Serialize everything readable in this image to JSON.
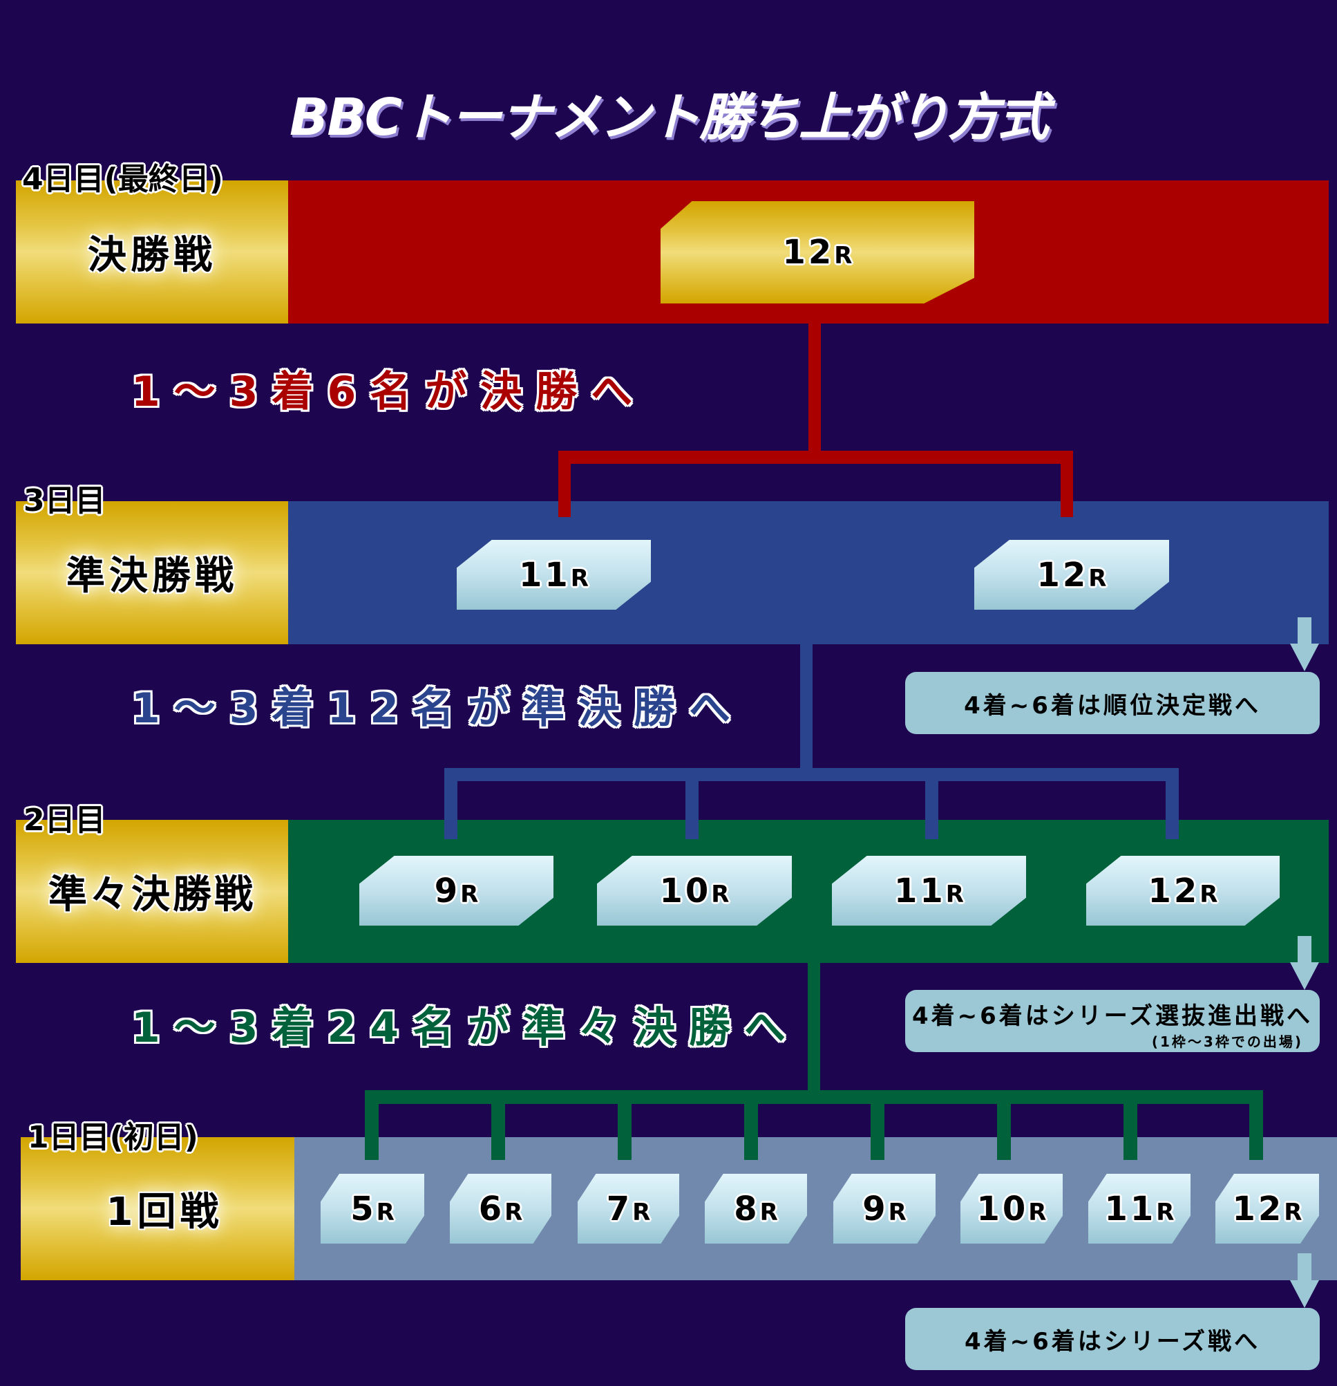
{
  "title": "BBCトーナメント勝ち上がり方式",
  "colors": {
    "background": "#1E0550",
    "final_band": "#AA0000",
    "semifinal_band": "#2B448E",
    "quarterfinal_band": "#00613A",
    "first_round_band": "#7189AD",
    "gold": "#E4C440",
    "race_box": "#C2E1EC",
    "info_box": "#9CC8D6"
  },
  "rounds": [
    {
      "day_label": "4日目(最終日)",
      "stage": "決勝戦",
      "races": [
        {
          "num": "12",
          "suffix": "R"
        }
      ]
    },
    {
      "day_label": "3日目",
      "stage": "準決勝戦",
      "races": [
        {
          "num": "11",
          "suffix": "R"
        },
        {
          "num": "12",
          "suffix": "R"
        }
      ]
    },
    {
      "day_label": "2日目",
      "stage": "準々決勝戦",
      "races": [
        {
          "num": "9",
          "suffix": "R"
        },
        {
          "num": "10",
          "suffix": "R"
        },
        {
          "num": "11",
          "suffix": "R"
        },
        {
          "num": "12",
          "suffix": "R"
        }
      ]
    },
    {
      "day_label": "1日目(初日)",
      "stage": "1回戦",
      "races": [
        {
          "num": "5",
          "suffix": "R"
        },
        {
          "num": "6",
          "suffix": "R"
        },
        {
          "num": "7",
          "suffix": "R"
        },
        {
          "num": "8",
          "suffix": "R"
        },
        {
          "num": "9",
          "suffix": "R"
        },
        {
          "num": "10",
          "suffix": "R"
        },
        {
          "num": "11",
          "suffix": "R"
        },
        {
          "num": "12",
          "suffix": "R"
        }
      ]
    }
  ],
  "captions": {
    "to_final": "1〜3着6名が決勝へ",
    "to_semifinal": "1〜3着12名が準決勝へ",
    "to_quarterfinal": "1〜3着24名が準々決勝へ"
  },
  "info_boxes": {
    "semifinal_losers": "4着~6着は順位決定戦へ",
    "quarterfinal_losers": "4着~6着はシリーズ選抜進出戦へ",
    "quarterfinal_losers_note": "(1枠〜3枠での出場)",
    "first_round_losers": "4着~6着はシリーズ戦へ"
  }
}
